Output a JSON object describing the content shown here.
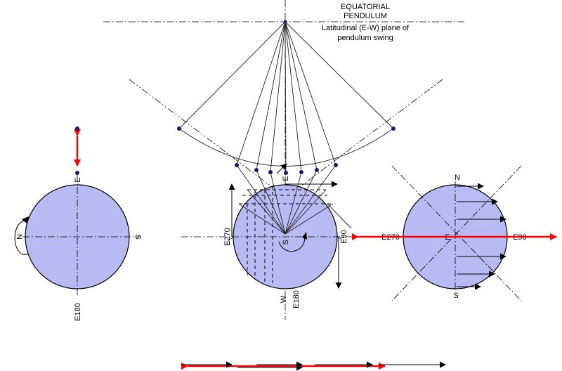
{
  "title": {
    "line1": "EQUATORIAL",
    "line2": "PENDULUM",
    "line3": "Latitudinal (E-W) plane of",
    "line4": "pendulum swing"
  },
  "left_globe": {
    "top_label": "E",
    "left_label": "N",
    "right_label": "S",
    "bottom_label": "E180"
  },
  "center_globe": {
    "top_label": "E",
    "left_label": "E270",
    "right_label": "E90",
    "bottom_label_w": "W",
    "bottom_label_e180": "E180",
    "center_label": "S"
  },
  "right_globe": {
    "top_label": "N",
    "bottom_label": "S",
    "left_label": "E270",
    "right_label": "E90",
    "center_label": "E"
  },
  "colors": {
    "globe_fill": "#b9b9f3",
    "arrow_red": "#ff0000",
    "pivot_dot": "#1a1a66"
  }
}
